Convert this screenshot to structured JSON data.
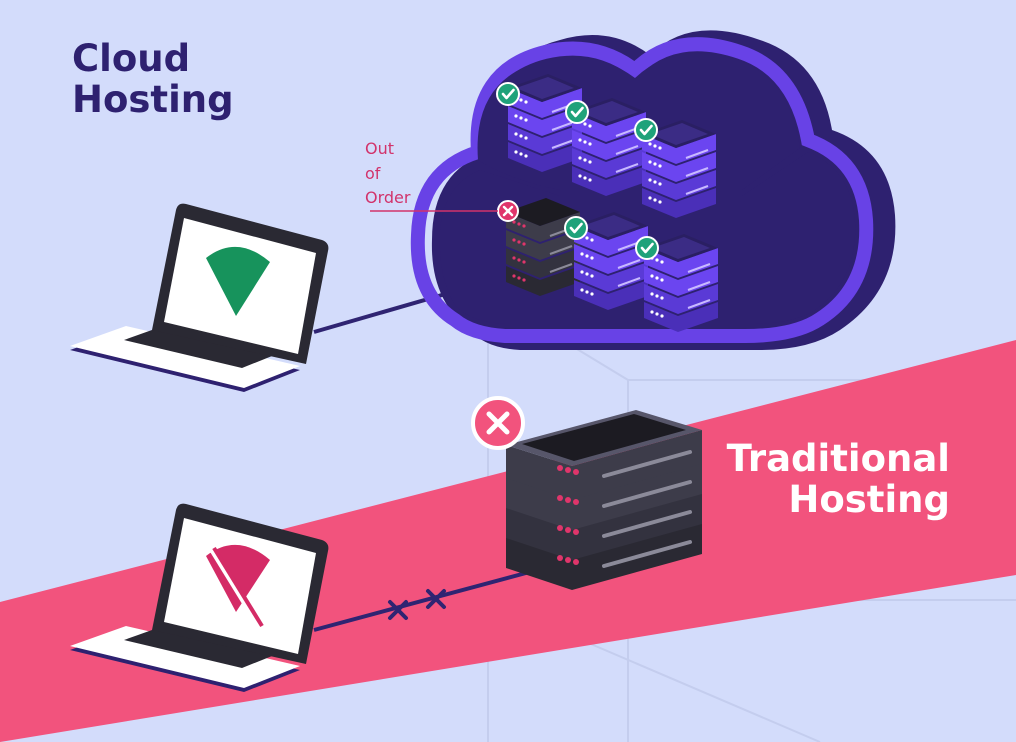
{
  "cloud_heading": {
    "line1": "Cloud",
    "line2": "Hosting"
  },
  "traditional_heading": {
    "line1": "Traditional",
    "line2": "Hosting"
  },
  "out_of_order_label": {
    "line1": "Out",
    "line2": "of",
    "line3": "Order"
  },
  "colors": {
    "background": "#d3dcfb",
    "band": "#f2537d",
    "cloud_dark": "#2e2170",
    "cloud_outline": "#6842e6",
    "server_purple": "#6b45f0",
    "server_dark": "#33323f",
    "ok_green": "#1fa27a",
    "error_pink": "#e0356b",
    "label_pink": "#d2336b",
    "wire": "#2f2472"
  },
  "icons": {
    "ok": "check-circle-icon",
    "error": "x-circle-icon",
    "wifi_on": "wifi-signal-icon",
    "wifi_off": "wifi-off-icon",
    "broken": "x-mark-icon"
  }
}
